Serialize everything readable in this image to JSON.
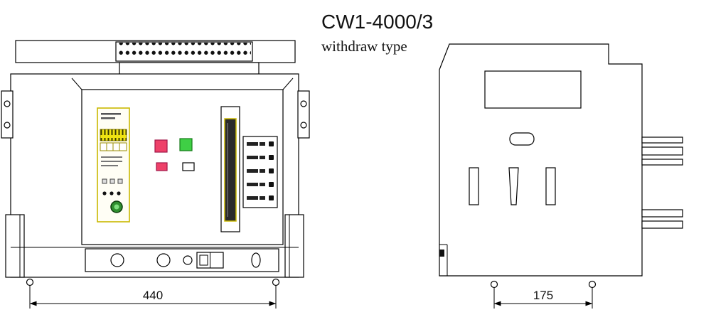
{
  "title": {
    "model": "CW1-4000/3",
    "type_label": "withdraw type"
  },
  "dimensions": {
    "front_width": "440",
    "side_depth": "175"
  },
  "colors": {
    "pink": "#ee4169",
    "pink_dark": "#a01648",
    "green": "#3fcf45",
    "green_dark": "#157a19",
    "yellow": "#efe312",
    "yellow_border": "#c9b800",
    "dark_bar": "#2b2b2b",
    "button_green": "#2f8f2f",
    "button_green_light": "#7fe07f",
    "line": "#000000"
  }
}
